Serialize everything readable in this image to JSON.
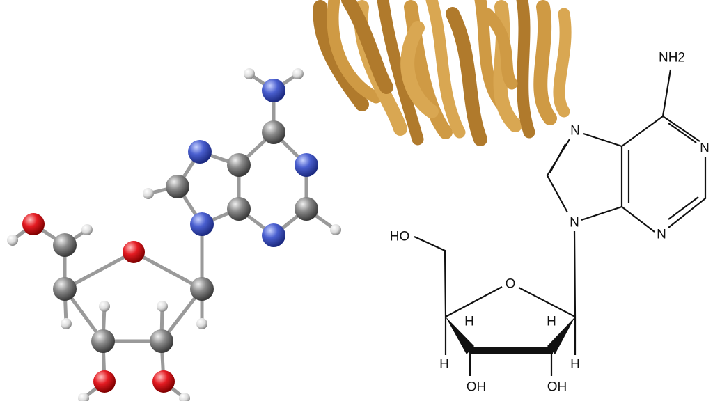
{
  "title": "Cordycepin (adenosine analog) structure with Cordyceps fungus",
  "structural_formula": {
    "amine": "NH2",
    "ring_nitrogens": [
      "N",
      "N",
      "N",
      "N",
      "N"
    ],
    "hydroxymethyl": "HO",
    "ring_oxygen": "O",
    "hydrogens": [
      "H",
      "H",
      "H",
      "H"
    ],
    "hydroxyls": [
      "OH",
      "OH"
    ]
  },
  "colors": {
    "nitrogen": "#3f56c8",
    "oxygen": "#e01c24",
    "carbon": "#808080",
    "hydrogen": "#e8e8e8",
    "fungus": "#c8923a"
  }
}
